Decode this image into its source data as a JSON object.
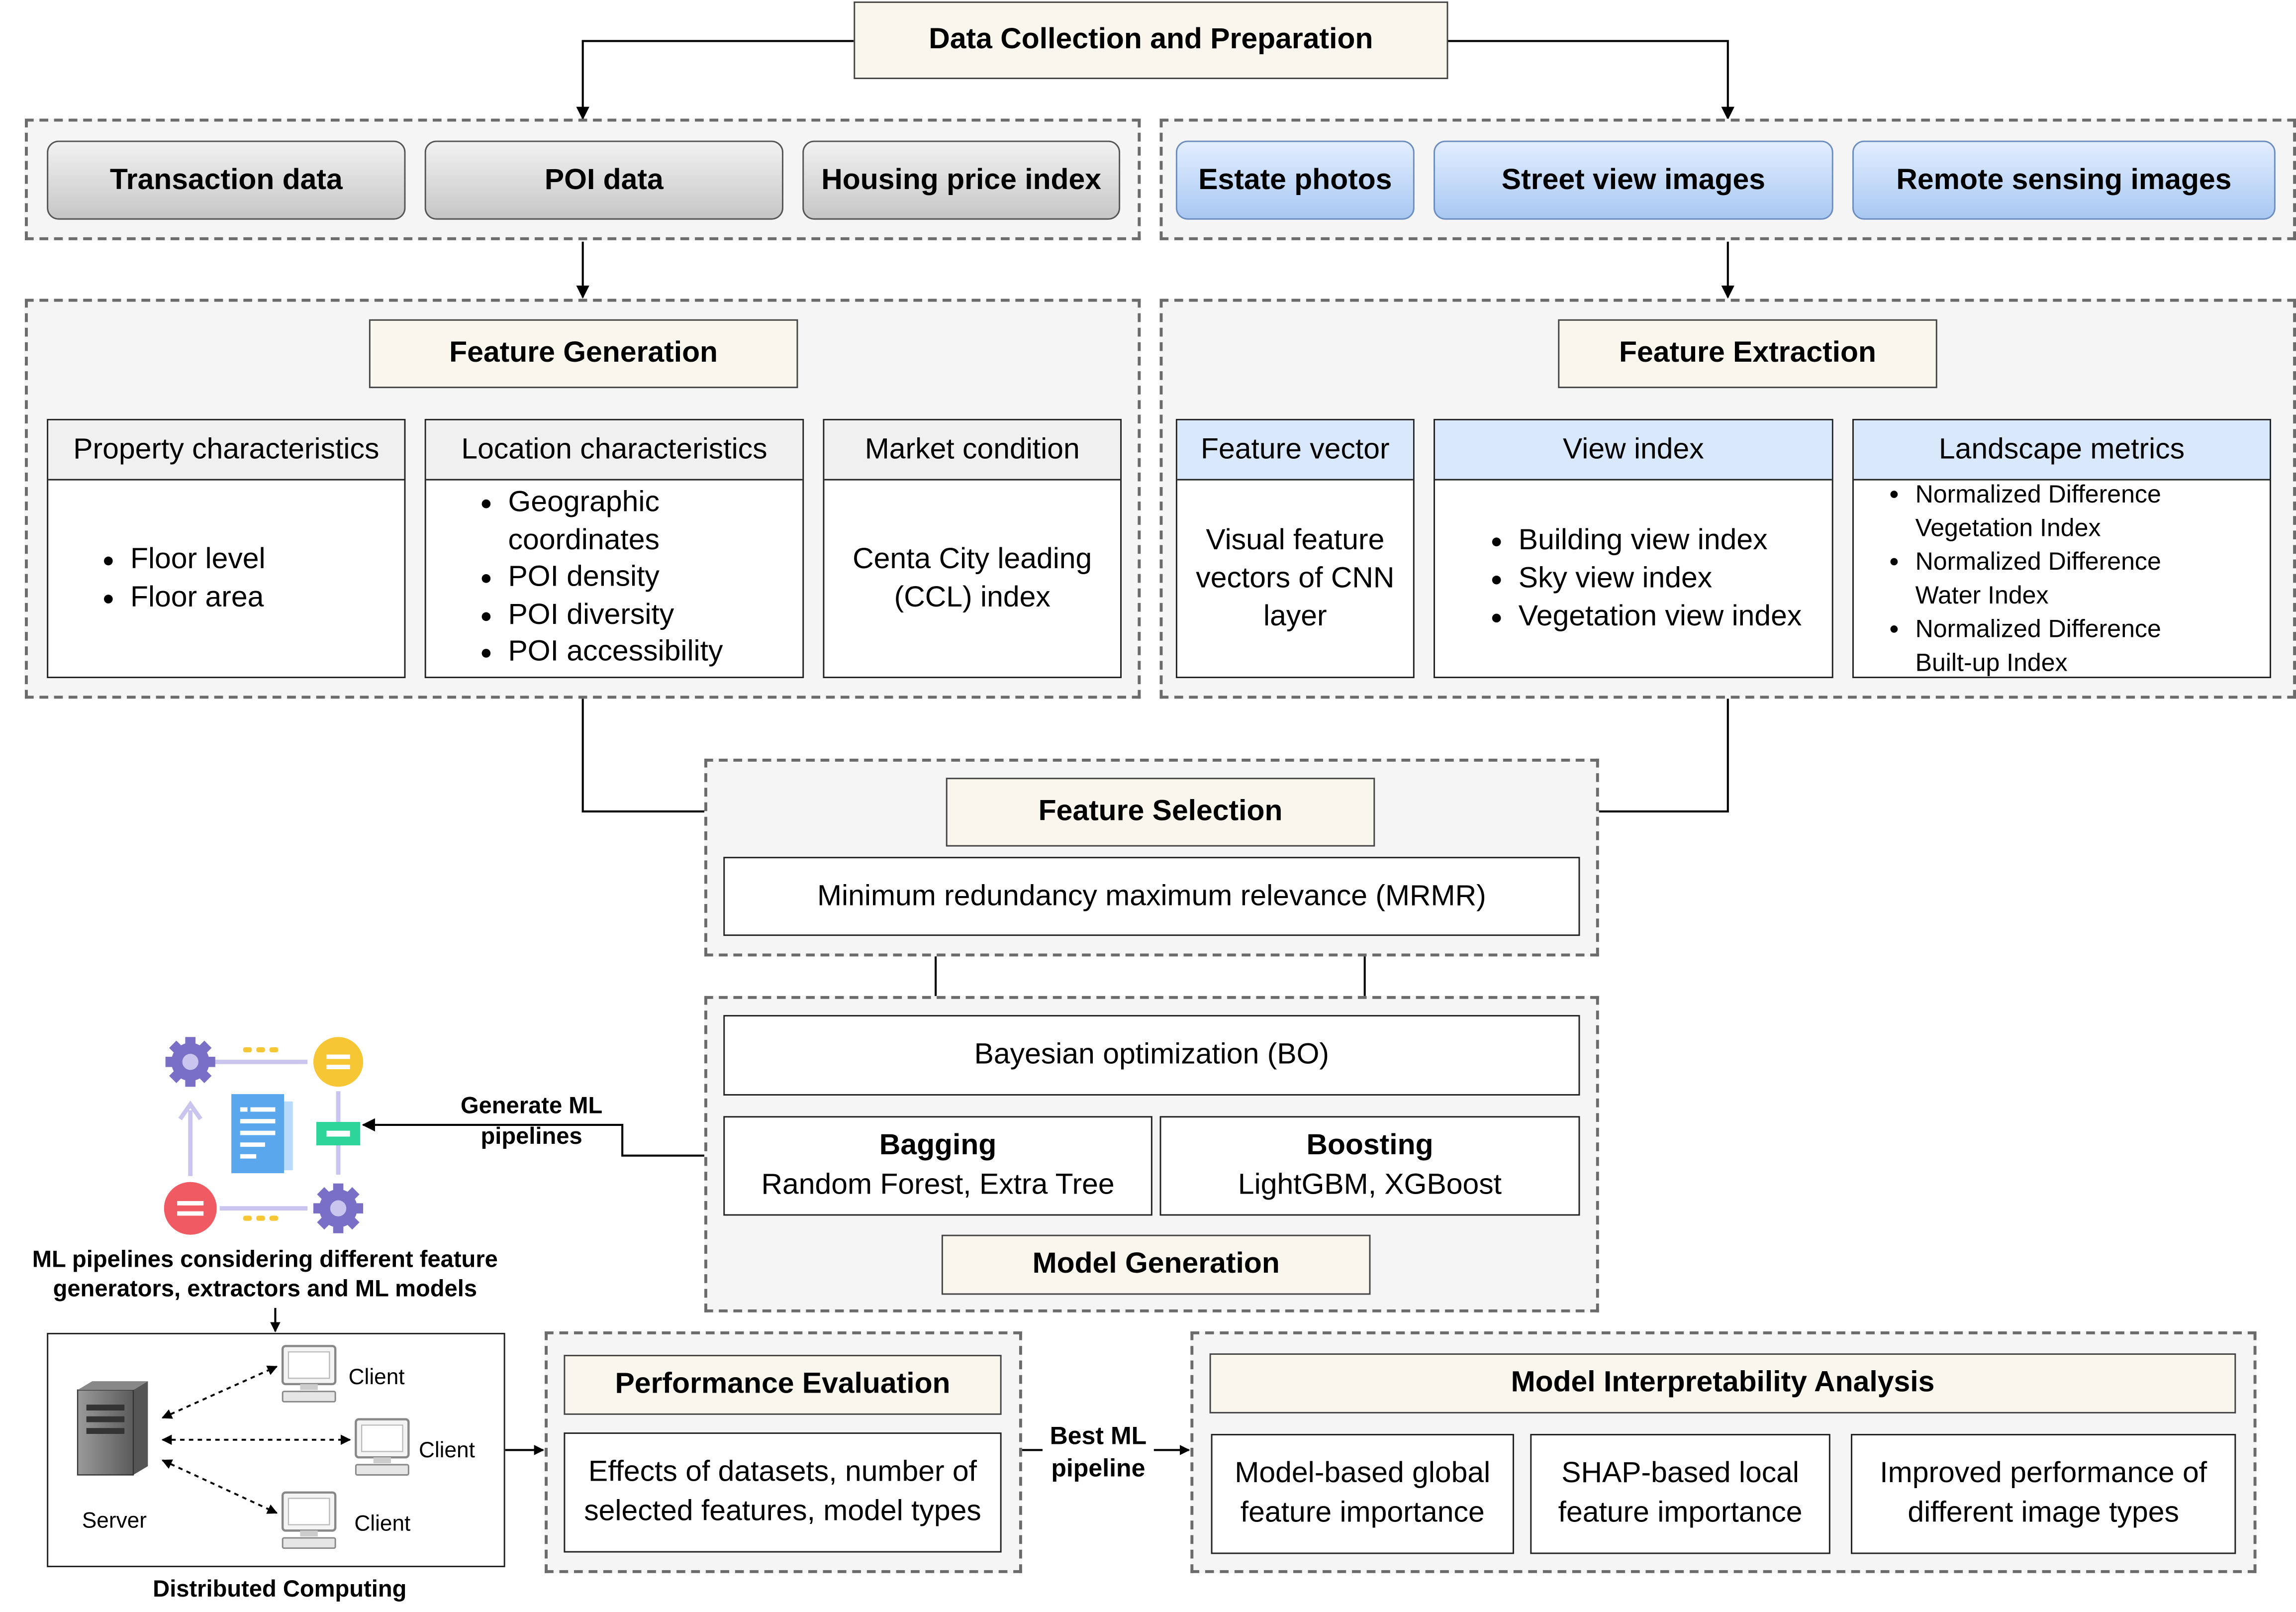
{
  "top": {
    "title": "Data Collection and Preparation"
  },
  "sources": {
    "tabular": [
      "Transaction data",
      "POI data",
      "Housing price index"
    ],
    "images": [
      "Estate photos",
      "Street view images",
      "Remote sensing images"
    ]
  },
  "feature_generation": {
    "title": "Feature Generation",
    "property": {
      "header": "Property characteristics",
      "items": [
        "Floor level",
        "Floor area"
      ]
    },
    "location": {
      "header": "Location characteristics",
      "items": [
        "Geographic coordinates",
        "POI density",
        "POI diversity",
        "POI accessibility"
      ]
    },
    "market": {
      "header": "Market condition",
      "body": "Centa City leading (CCL) index"
    }
  },
  "feature_extraction": {
    "title": "Feature Extraction",
    "vector": {
      "header": "Feature vector",
      "body": "Visual feature vectors of CNN layer"
    },
    "view": {
      "header": "View index",
      "items": [
        "Building view index",
        "Sky view index",
        "Vegetation view index"
      ]
    },
    "landscape": {
      "header": "Landscape metrics",
      "items": [
        "Normalized Difference Vegetation Index",
        "Normalized Difference Water Index",
        "Normalized Difference Built-up Index"
      ]
    }
  },
  "feature_selection": {
    "title": "Feature Selection",
    "method": "Minimum redundancy maximum relevance (MRMR)"
  },
  "model_generation": {
    "title": "Model Generation",
    "bo": "Bayesian optimization (BO)",
    "bagging": {
      "title": "Bagging",
      "models": "Random Forest, Extra Tree"
    },
    "boosting": {
      "title": "Boosting",
      "models": "LightGBM, XGBoost"
    }
  },
  "pipelines": {
    "generate_label": "Generate ML pipelines",
    "caption": "ML pipelines considering different feature generators, extractors and ML models",
    "colors": {
      "gear": "#7a6fc6",
      "doc": "#5aa7ee",
      "yellow": "#f7c634",
      "red": "#ef5a63",
      "green": "#2ed59b"
    }
  },
  "distributed": {
    "caption": "Distributed Computing",
    "server": "Server",
    "clients": [
      "Client",
      "Client",
      "Client"
    ]
  },
  "performance": {
    "title": "Performance Evaluation",
    "body": "Effects of datasets, number of selected features, model types"
  },
  "best_pipeline_label": "Best ML pipeline",
  "interpretability": {
    "title": "Model Interpretability Analysis",
    "items": [
      "Model-based global feature importance",
      "SHAP-based local feature importance",
      "Improved performance of different image types"
    ]
  }
}
